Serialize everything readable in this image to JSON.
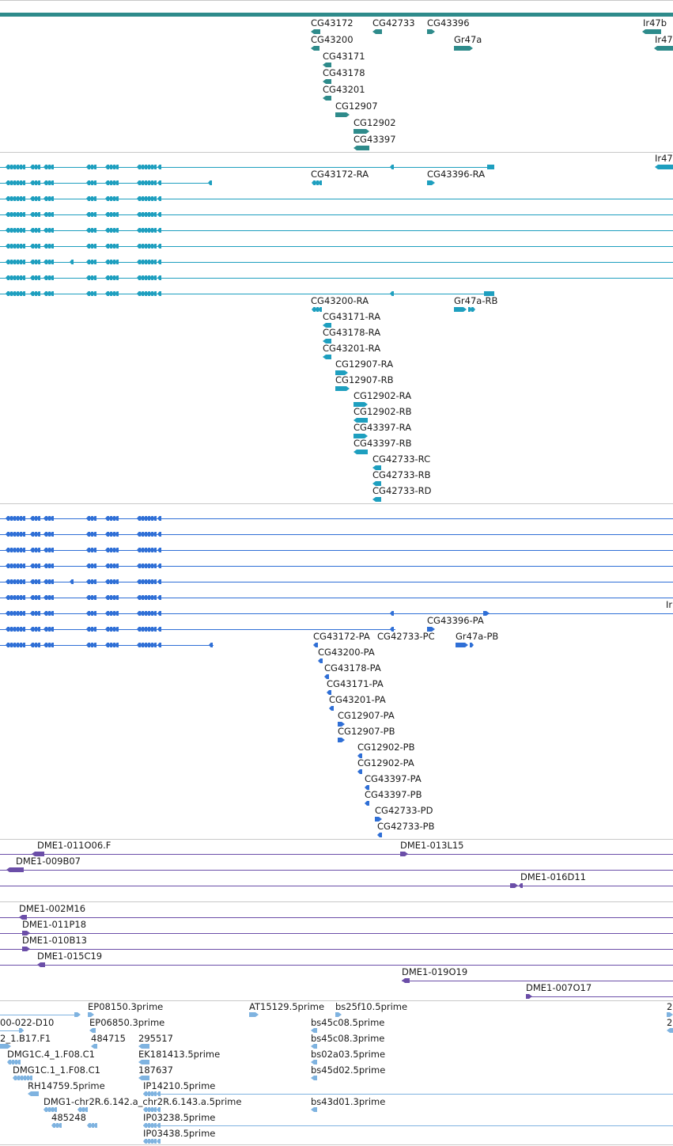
{
  "colors": {
    "gene": "#2e8b8b",
    "transcript": "#1e9fbf",
    "protein": "#2f6fd6",
    "clone": "#6b4ea8",
    "est": "#7fb3e0",
    "separator": "#c8c8c8"
  },
  "tracks": {
    "genes": {
      "labels": [
        "CG43172",
        "CG42733",
        "CG43396",
        "Ir47b",
        "CG43200",
        "Gr47a",
        "Ir47",
        "CG43171",
        "CG43178",
        "CG43201",
        "CG12907",
        "CG12902",
        "CG43397"
      ]
    },
    "transcripts": {
      "labels": [
        "Ir47",
        "CG43172-RA",
        "CG43396-RA",
        "CG43200-RA",
        "Gr47a-RB",
        "CG43171-RA",
        "CG43178-RA",
        "CG43201-RA",
        "CG12907-RA",
        "CG12907-RB",
        "CG12902-RA",
        "CG12902-RB",
        "CG43397-RA",
        "CG43397-RB",
        "CG42733-RC",
        "CG42733-RB",
        "CG42733-RD"
      ]
    },
    "proteins": {
      "labels": [
        "Ir",
        "CG43396-PA",
        "CG43172-PA",
        "CG42733-PC",
        "Gr47a-PB",
        "CG43200-PA",
        "CG43178-PA",
        "CG43171-PA",
        "CG43201-PA",
        "CG12907-PA",
        "CG12907-PB",
        "CG12902-PB",
        "CG12902-PA",
        "CG43397-PA",
        "CG43397-PB",
        "CG42733-PD",
        "CG42733-PB"
      ]
    },
    "clones": {
      "labels": [
        "DME1-011O06.F",
        "DME1-013L15",
        "DME1-009B07",
        "DME1-016D11",
        "DME1-002M16",
        "DME1-011P18",
        "DME1-010B13",
        "DME1-015C19",
        "DME1-019O19",
        "DME1-007O17"
      ]
    },
    "ests": {
      "labels": [
        "EP08150.3prime",
        "AT15129.5prime",
        "bs25f10.5prime",
        "2",
        "00-022-D10",
        "EP06850.3prime",
        "bs45c08.5prime",
        "2",
        "2_1.B17.F1",
        "484715",
        "295517",
        "bs45c08.3prime",
        "DMG1C.4_1.F08.C1",
        "EK181413.5prime",
        "bs02a03.5prime",
        "DMG1C.1_1.F08.C1",
        "187637",
        "bs45d02.5prime",
        "RH14759.5prime",
        "IP14210.5prime",
        "DMG1-chr2R.6.142.a_chr2R.6.143.a.5prime",
        "bs43d01.3prime",
        "485248",
        "IP03238.5prime",
        "IP03438.5prime"
      ]
    }
  }
}
